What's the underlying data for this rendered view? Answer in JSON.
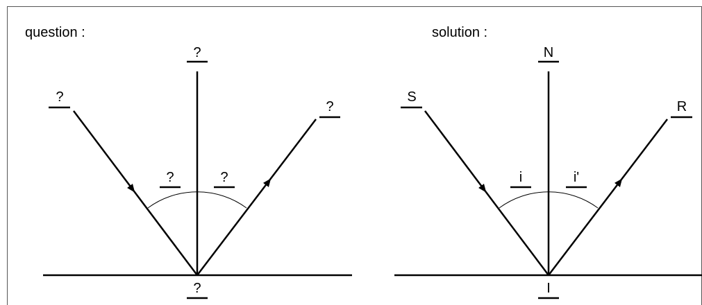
{
  "panels": [
    {
      "title": "question :",
      "labels": {
        "source": "?",
        "normal": "?",
        "reflected": "?",
        "angle_left": "?",
        "angle_right": "?",
        "point": "?"
      }
    },
    {
      "title": "solution :",
      "labels": {
        "source": "S",
        "normal": "N",
        "reflected": "R",
        "angle_left": "i",
        "angle_right": "i'",
        "point": "I"
      }
    }
  ],
  "colors": {
    "ink": "#000000",
    "frame": "#555555",
    "background": "#ffffff"
  }
}
